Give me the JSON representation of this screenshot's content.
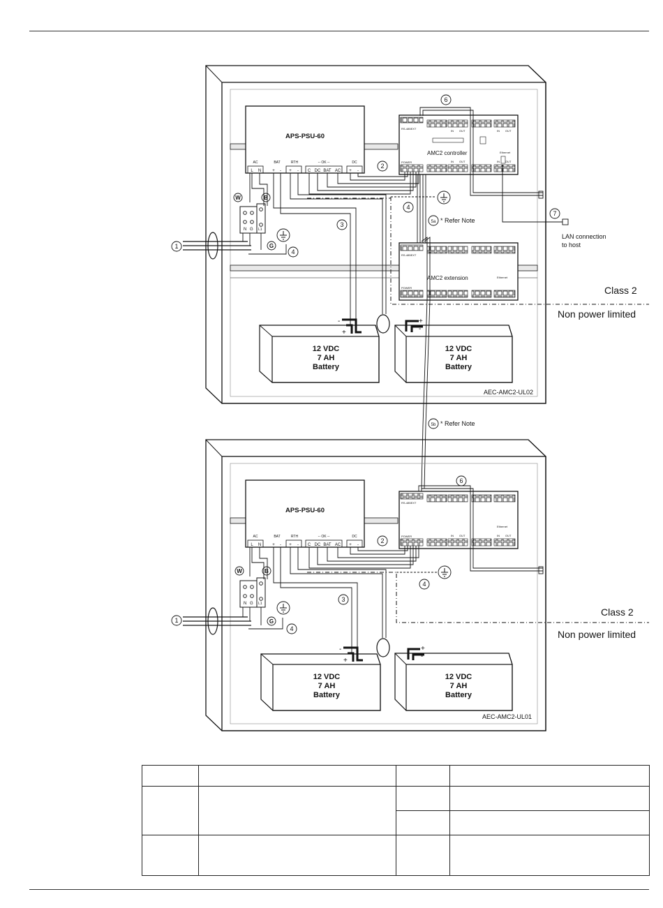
{
  "diagram": {
    "top_cabinet": {
      "model_id": "AEC-AMC2-UL02",
      "psu_label": "APS-PSU-60",
      "psu_terminals": {
        "ac": "AC",
        "bat": "BAT",
        "rth": "RTH",
        "ok": "-- OK --",
        "dc": "DC",
        "l": "L",
        "n": "N",
        "plus": "+",
        "minus": "-",
        "c": "C",
        "ok_dc": "DC",
        "ok_bat": "BAT",
        "ok_ac": "AC"
      },
      "controller_label": "AMC2 controller",
      "extension_label": "AMC2 extension",
      "battery_left": {
        "line1": "12 VDC",
        "line2": "7 AH",
        "line3": "Battery"
      },
      "battery_right": {
        "line1": "12 VDC",
        "line2": "7 AH",
        "line3": "Battery"
      }
    },
    "bottom_cabinet": {
      "model_id": "AEC-AMC2-UL01",
      "psu_label": "APS-PSU-60",
      "battery_left": {
        "line1": "12 VDC",
        "line2": "7 AH",
        "line3": "Battery"
      },
      "battery_right": {
        "line1": "12 VDC",
        "line2": "7 AH",
        "line3": "Battery"
      }
    },
    "module_labels": {
      "power": "POWER",
      "rs485": "RS-485EXT",
      "in": "IN",
      "out": "OUT",
      "ethernet": "Ethernet"
    },
    "callouts": {
      "c1": "1",
      "c2": "2",
      "c3": "3",
      "c4": "4",
      "c5a": "5a",
      "c5b": "5b",
      "c6": "6",
      "c7": "7",
      "w": "W",
      "b": "B",
      "g": "G"
    },
    "refer_note": "* Refer Note",
    "lan_line1": "LAN connection",
    "lan_line2": "to host",
    "class2": "Class 2",
    "non_power_limited": "Non power limited",
    "terminal_block": {
      "n": "N",
      "g": "G",
      "l1": "L1"
    }
  },
  "notes_table": {
    "rows": [
      [
        "",
        "",
        "",
        ""
      ],
      [
        "",
        "",
        "",
        ""
      ],
      [
        "",
        "",
        "",
        ""
      ],
      [
        "",
        "",
        "",
        ""
      ]
    ]
  }
}
